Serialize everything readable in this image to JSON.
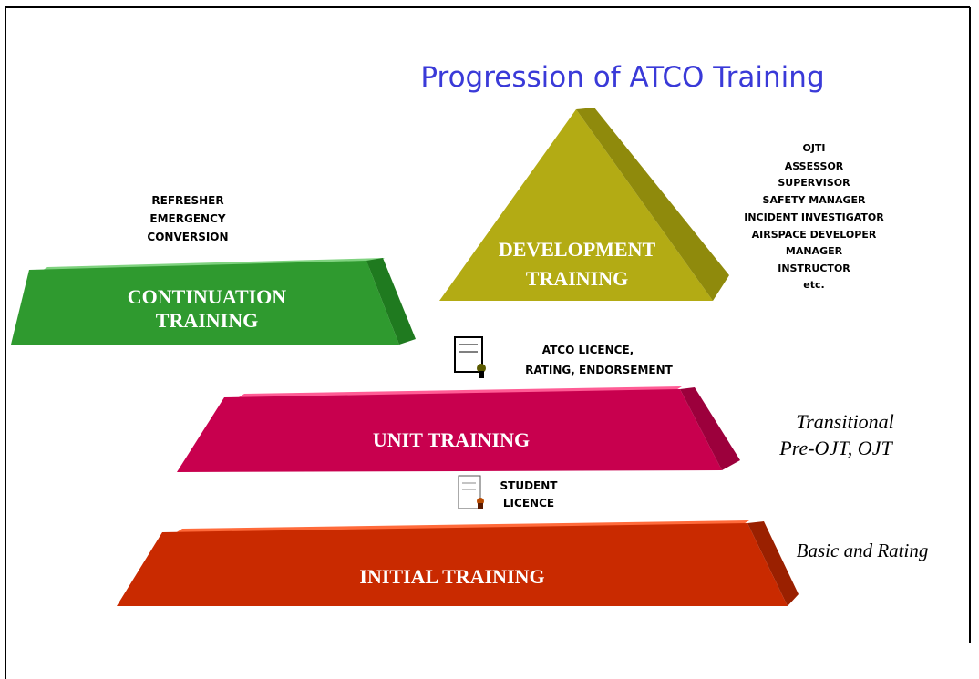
{
  "title": "Progression of ATCO Training",
  "colors": {
    "title": "#3a3ad8",
    "continuation": "#2f9a2f",
    "development": "#b3ab14",
    "unit": "#c8004e",
    "initial": "#c92a00",
    "frame": "#000000"
  },
  "blocks": {
    "continuation": {
      "line1": "CONTINUATION",
      "line2": "TRAINING"
    },
    "development": {
      "line1": "DEVELOPMENT",
      "line2": "TRAINING"
    },
    "unit": {
      "label": "UNIT TRAINING"
    },
    "initial": {
      "label": "INITIAL TRAINING"
    }
  },
  "continuation_items": [
    "REFRESHER",
    "EMERGENCY",
    "CONVERSION"
  ],
  "development_roles": [
    "OJTI",
    "ASSESSOR",
    "SUPERVISOR",
    "SAFETY MANAGER",
    "INCIDENT INVESTIGATOR",
    "AIRSPACE DEVELOPER",
    "MANAGER",
    "INSTRUCTOR",
    "etc."
  ],
  "licences": {
    "atco": {
      "line1": "ATCO LICENCE,",
      "line2": "RATING, ENDORSEMENT"
    },
    "student": {
      "line1": "STUDENT",
      "line2": "LICENCE"
    }
  },
  "side_notes": {
    "unit": {
      "line1": "Transitional",
      "line2": "Pre-OJT, OJT"
    },
    "initial": {
      "line1": "Basic and Rating"
    }
  }
}
